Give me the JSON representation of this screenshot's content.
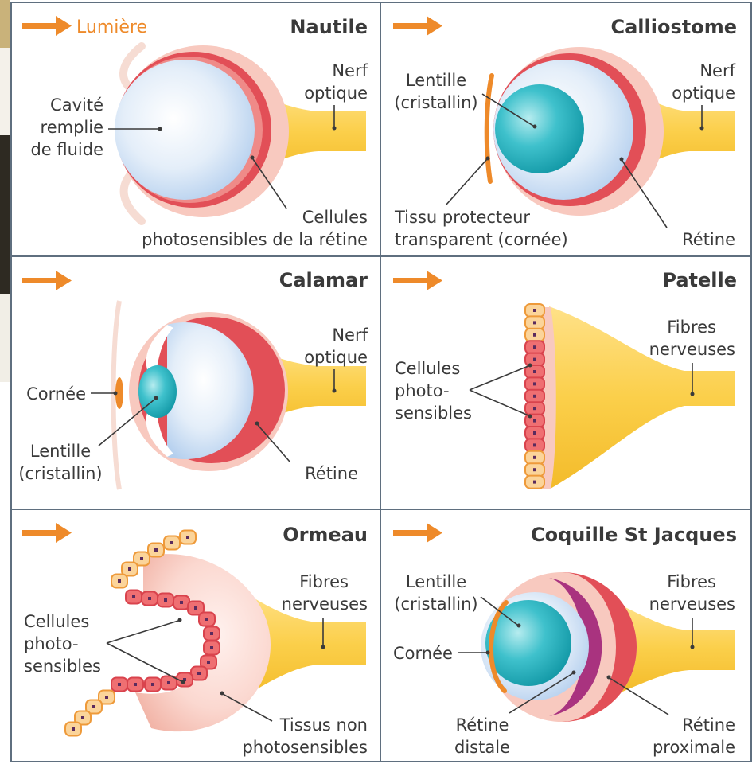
{
  "panels": {
    "nautile": {
      "title": "Nautile",
      "light_label": "Lumière",
      "labels": {
        "cavity": [
          "Cavité",
          "remplie",
          "de fluide"
        ],
        "nerve": [
          "Nerf",
          "optique"
        ],
        "retina": [
          "Cellules",
          "photosensibles de la rétine"
        ]
      }
    },
    "calliostome": {
      "title": "Calliostome",
      "labels": {
        "lens": [
          "Lentille",
          "(cristallin)"
        ],
        "nerve": [
          "Nerf",
          "optique"
        ],
        "tissue": [
          "Tissu protecteur",
          "transparent (cornée)"
        ],
        "retina": [
          "Rétine"
        ]
      }
    },
    "calamar": {
      "title": "Calamar",
      "labels": {
        "cornea": [
          "Cornée"
        ],
        "nerve": [
          "Nerf",
          "optique"
        ],
        "lens": [
          "Lentille",
          "(cristallin)"
        ],
        "retina": [
          "Rétine"
        ]
      }
    },
    "patelle": {
      "title": "Patelle",
      "labels": {
        "fibers": [
          "Fibres",
          "nerveuses"
        ],
        "cells": [
          "Cellules",
          "photo-",
          "sensibles"
        ]
      }
    },
    "ormeau": {
      "title": "Ormeau",
      "labels": {
        "fibers": [
          "Fibres",
          "nerveuses"
        ],
        "cells": [
          "Cellules",
          "photo-",
          "sensibles"
        ],
        "tissue": [
          "Tissus non",
          "photosensibles"
        ]
      }
    },
    "coquille": {
      "title": "Coquille St Jacques",
      "labels": {
        "lens": [
          "Lentille",
          "(cristallin)"
        ],
        "fibers": [
          "Fibres",
          "nerveuses"
        ],
        "cornea": [
          "Cornée"
        ],
        "distal": [
          "Rétine",
          "distale"
        ],
        "proximal": [
          "Rétine",
          "proximale"
        ]
      }
    }
  }
}
